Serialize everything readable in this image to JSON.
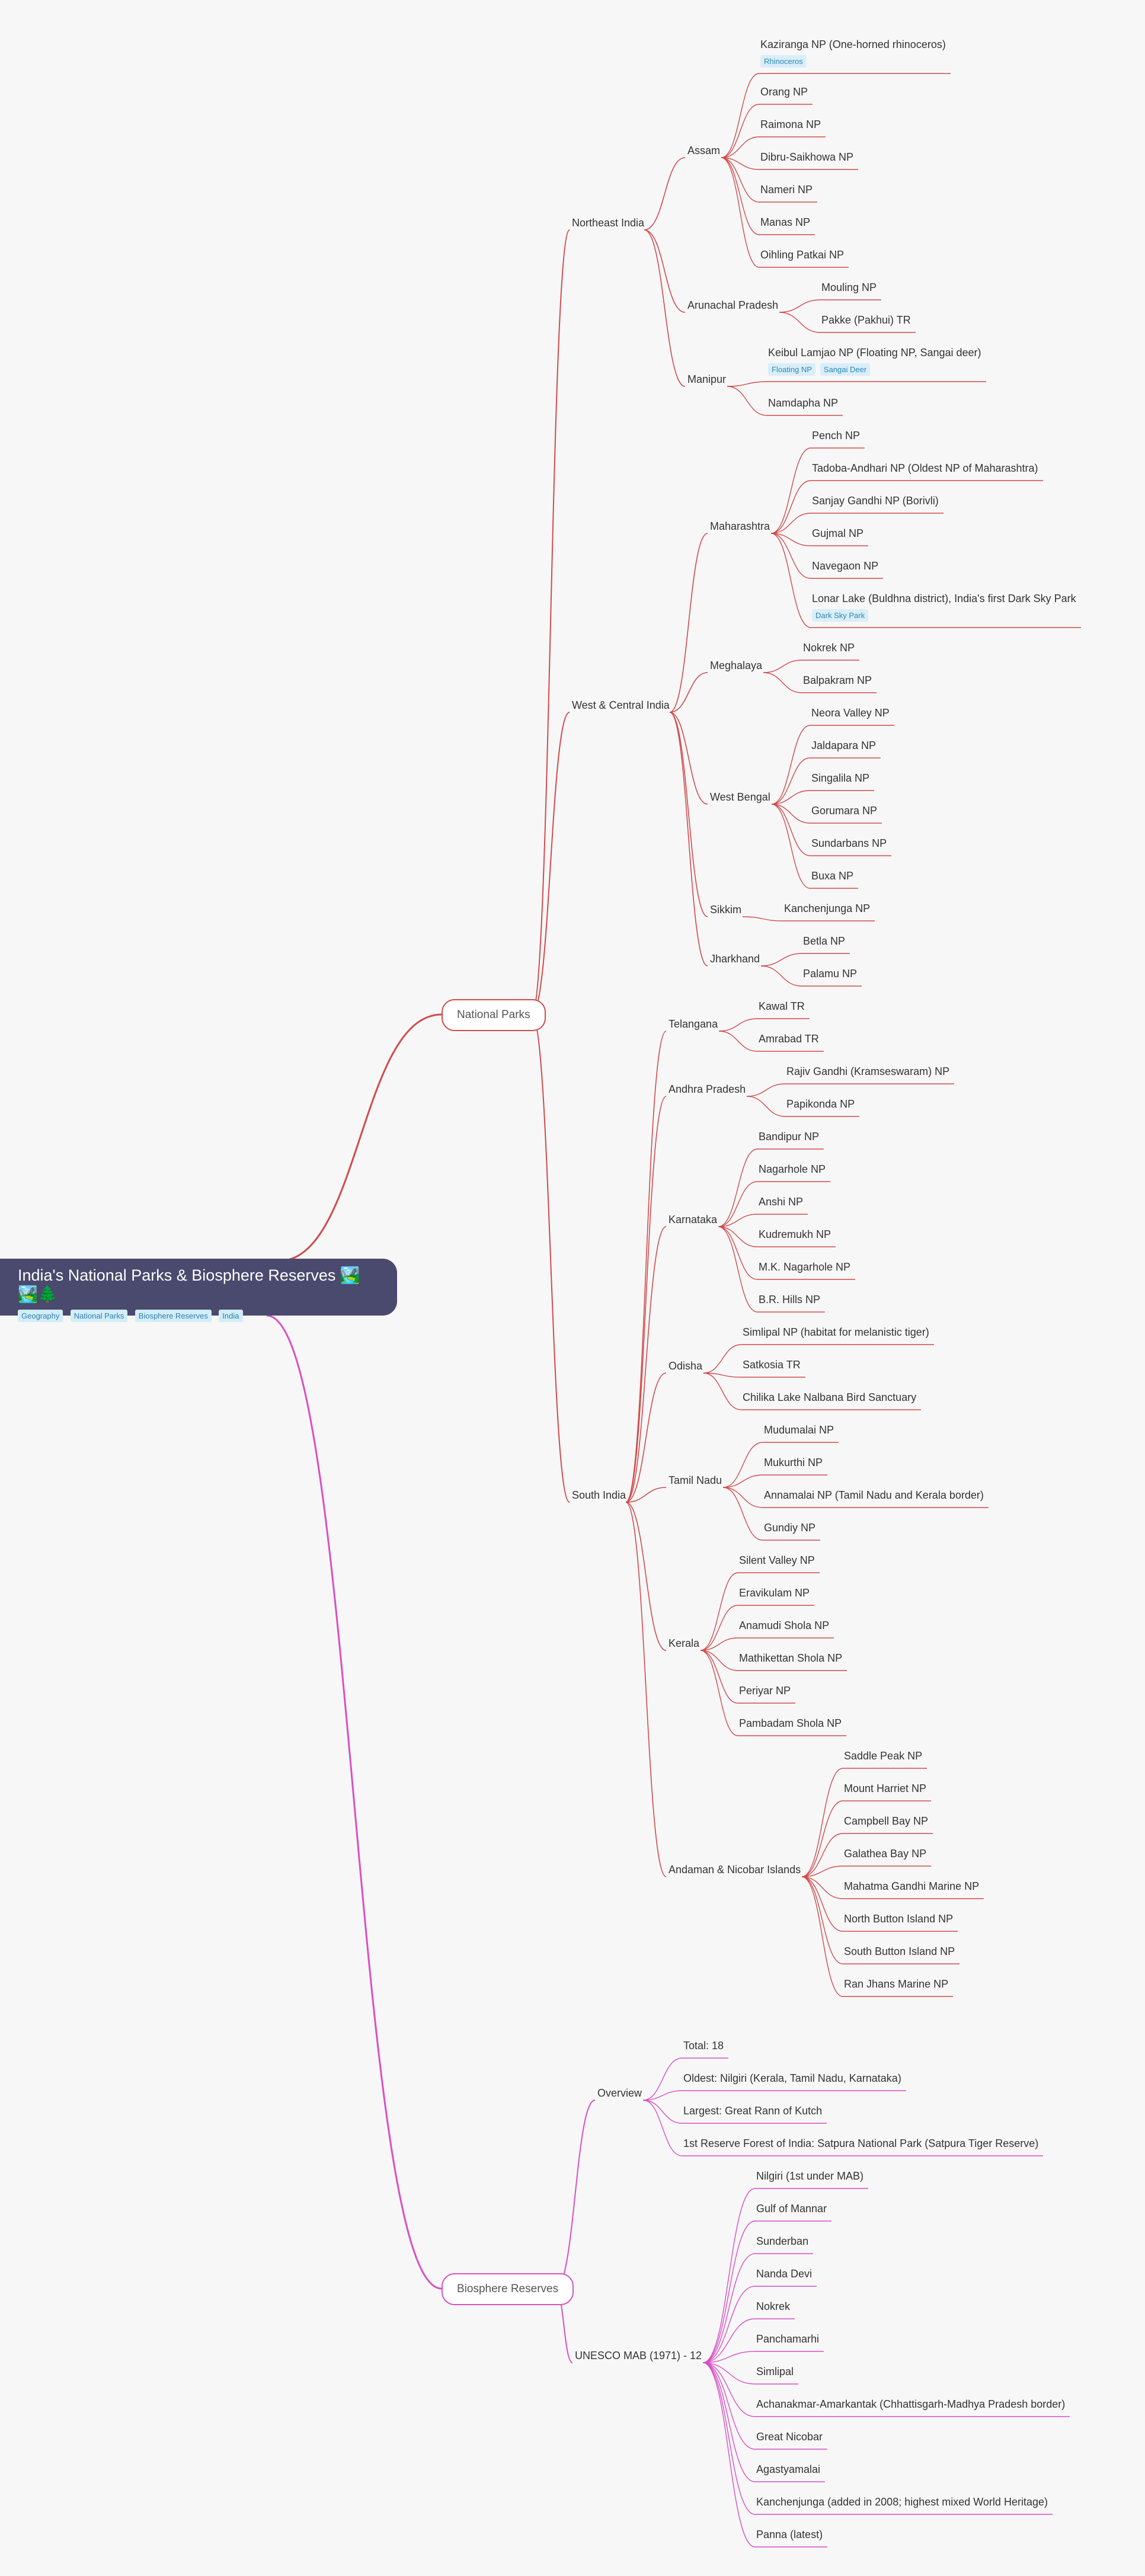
{
  "root": {
    "title": "India's National Parks & Biosphere Reserves 🏞️🏞️🌲",
    "tags": [
      "Geography",
      "National Parks",
      "Biosphere Reserves",
      "India"
    ]
  },
  "colors": {
    "np_branch": "#d24b4b",
    "br_branch": "#d94fc4",
    "root_bg": "#4a4a6e"
  },
  "national_parks": {
    "label": "National Parks",
    "regions": [
      {
        "label": "Northeast India",
        "states": [
          {
            "label": "Assam",
            "parks": [
              {
                "label": "Kaziranga NP (One-horned rhinoceros)",
                "tags": [
                  "Rhinoceros"
                ]
              },
              {
                "label": "Orang NP"
              },
              {
                "label": "Raimona NP"
              },
              {
                "label": "Dibru-Saikhowa NP"
              },
              {
                "label": "Nameri NP"
              },
              {
                "label": "Manas NP"
              },
              {
                "label": "Oihling Patkai NP"
              }
            ]
          },
          {
            "label": "Arunachal Pradesh",
            "parks": [
              {
                "label": "Mouling NP"
              },
              {
                "label": "Pakke (Pakhui) TR"
              }
            ]
          },
          {
            "label": "Manipur",
            "parks": [
              {
                "label": "Keibul Lamjao NP (Floating NP, Sangai deer)",
                "tags": [
                  "Floating NP",
                  "Sangai Deer"
                ]
              },
              {
                "label": "Namdapha NP"
              }
            ]
          }
        ]
      },
      {
        "label": "West & Central India",
        "states": [
          {
            "label": "Maharashtra",
            "parks": [
              {
                "label": "Pench NP"
              },
              {
                "label": "Tadoba-Andhari NP (Oldest NP of Maharashtra)"
              },
              {
                "label": "Sanjay Gandhi NP (Borivli)"
              },
              {
                "label": "Gujmal NP"
              },
              {
                "label": "Navegaon NP"
              },
              {
                "label": "Lonar Lake (Buldhna district), India's first Dark Sky Park",
                "tags": [
                  "Dark Sky Park"
                ]
              }
            ]
          },
          {
            "label": "Meghalaya",
            "parks": [
              {
                "label": "Nokrek NP"
              },
              {
                "label": "Balpakram NP"
              }
            ]
          },
          {
            "label": "West Bengal",
            "parks": [
              {
                "label": "Neora Valley NP"
              },
              {
                "label": "Jaldapara NP"
              },
              {
                "label": "Singalila NP"
              },
              {
                "label": "Gorumara NP"
              },
              {
                "label": "Sundarbans NP"
              },
              {
                "label": "Buxa NP"
              }
            ]
          },
          {
            "label": "Sikkim",
            "parks": [
              {
                "label": "Kanchenjunga NP"
              }
            ]
          },
          {
            "label": "Jharkhand",
            "parks": [
              {
                "label": "Betla NP"
              },
              {
                "label": "Palamu NP"
              }
            ]
          }
        ]
      },
      {
        "label": "South India",
        "states": [
          {
            "label": "Telangana",
            "parks": [
              {
                "label": "Kawal TR"
              },
              {
                "label": "Amrabad TR"
              }
            ]
          },
          {
            "label": "Andhra Pradesh",
            "parks": [
              {
                "label": "Rajiv Gandhi (Kramseswaram) NP"
              },
              {
                "label": "Papikonda NP"
              }
            ]
          },
          {
            "label": "Karnataka",
            "parks": [
              {
                "label": "Bandipur NP"
              },
              {
                "label": "Nagarhole NP"
              },
              {
                "label": "Anshi NP"
              },
              {
                "label": "Kudremukh NP"
              },
              {
                "label": "M.K. Nagarhole NP"
              },
              {
                "label": "B.R. Hills NP"
              }
            ]
          },
          {
            "label": "Odisha",
            "parks": [
              {
                "label": "Simlipal NP (habitat for melanistic tiger)"
              },
              {
                "label": "Satkosia TR"
              },
              {
                "label": "Chilika Lake Nalbana Bird Sanctuary"
              }
            ]
          },
          {
            "label": "Tamil Nadu",
            "parks": [
              {
                "label": "Mudumalai NP"
              },
              {
                "label": "Mukurthi NP"
              },
              {
                "label": "Annamalai NP (Tamil Nadu and Kerala border)"
              },
              {
                "label": "Gundiy NP"
              }
            ]
          },
          {
            "label": "Kerala",
            "parks": [
              {
                "label": "Silent Valley NP"
              },
              {
                "label": "Eravikulam NP"
              },
              {
                "label": "Anamudi Shola NP"
              },
              {
                "label": "Mathikettan Shola NP"
              },
              {
                "label": "Periyar NP"
              },
              {
                "label": "Pambadam Shola NP"
              }
            ]
          },
          {
            "label": "Andaman & Nicobar Islands",
            "parks": [
              {
                "label": "Saddle Peak NP"
              },
              {
                "label": "Mount Harriet NP"
              },
              {
                "label": "Campbell Bay NP"
              },
              {
                "label": "Galathea Bay NP"
              },
              {
                "label": "Mahatma Gandhi Marine NP"
              },
              {
                "label": "North Button Island NP"
              },
              {
                "label": "South Button Island NP"
              },
              {
                "label": "Ran Jhans Marine NP"
              }
            ]
          }
        ]
      }
    ]
  },
  "biosphere_reserves": {
    "label": "Biosphere Reserves",
    "groups": [
      {
        "label": "Overview",
        "items": [
          {
            "label": "Total: 18"
          },
          {
            "label": "Oldest: Nilgiri (Kerala, Tamil Nadu, Karnataka)"
          },
          {
            "label": "Largest: Great Rann of Kutch"
          },
          {
            "label": "1st Reserve Forest of India: Satpura National Park (Satpura Tiger Reserve)"
          }
        ]
      },
      {
        "label": "UNESCO MAB (1971) - 12",
        "items": [
          {
            "label": "Nilgiri (1st under MAB)"
          },
          {
            "label": "Gulf of Mannar"
          },
          {
            "label": "Sunderban"
          },
          {
            "label": "Nanda Devi"
          },
          {
            "label": "Nokrek"
          },
          {
            "label": "Panchamarhi"
          },
          {
            "label": "Simlipal"
          },
          {
            "label": "Achanakmar-Amarkantak (Chhattisgarh-Madhya Pradesh border)"
          },
          {
            "label": "Great Nicobar"
          },
          {
            "label": "Agastyamalai"
          },
          {
            "label": "Kanchenjunga (added in 2008; highest mixed World Heritage)"
          },
          {
            "label": "Panna (latest)"
          }
        ]
      }
    ]
  }
}
